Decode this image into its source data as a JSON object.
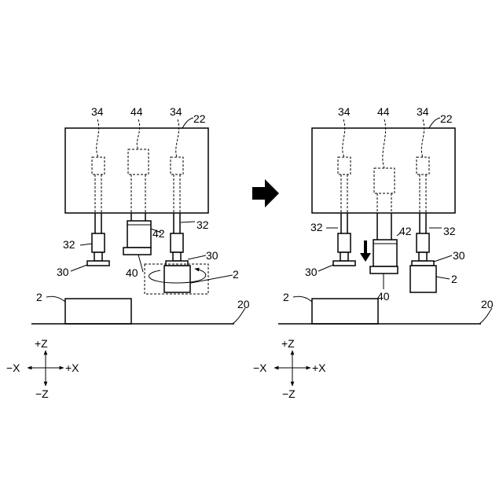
{
  "left": {
    "labels": {
      "l34a": "34",
      "l44": "44",
      "l34b": "34",
      "l22": "22",
      "l32a": "32",
      "l42": "42",
      "l32b": "32",
      "l30a": "30",
      "l30b": "30",
      "l40": "40",
      "l2a": "2",
      "l2b": "2",
      "l20": "20"
    },
    "axes": {
      "pz": "+Z",
      "mz": "−Z",
      "px": "+X",
      "mx": "−X"
    }
  },
  "right": {
    "labels": {
      "l34a": "34",
      "l44": "44",
      "l34b": "34",
      "l22": "22",
      "l32a": "32",
      "l42": "42",
      "l32b": "32",
      "l30a": "30",
      "l30b": "30",
      "l40": "40",
      "l2a": "2",
      "l2b": "2",
      "l20": "20"
    },
    "axes": {
      "pz": "+Z",
      "mz": "−Z",
      "px": "+X",
      "mx": "−X"
    }
  },
  "icons": {
    "transition": "right-arrow-icon",
    "direction": "down-arrow-icon",
    "rotation": "rotation-arrow-icon"
  }
}
